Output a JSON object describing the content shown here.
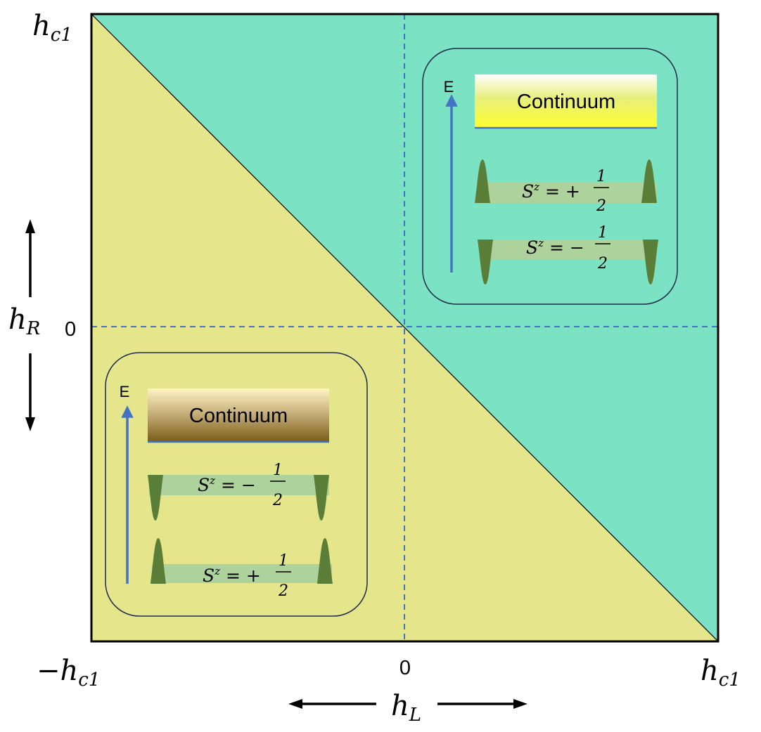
{
  "axes": {
    "y_top_main": "h",
    "y_top_sub": "c1",
    "y_mid_main": "h",
    "y_mid_sub": "R",
    "y_zero": "0",
    "x_left_main": "−h",
    "x_left_sub": "c1",
    "x_zero": "0",
    "x_right_main": "h",
    "x_right_sub": "c1",
    "x_bottom_main": "h",
    "x_bottom_sub": "L"
  },
  "regions": {
    "upper_color": "#7be3c3",
    "lower_color": "#e5e58c"
  },
  "inset_top": {
    "energy_label": "E",
    "continuum_label": "Continuum",
    "level_upper": {
      "lhs": "S",
      "sup": "z",
      "rel": "= +",
      "num": "1",
      "den": "2"
    },
    "level_lower": {
      "lhs": "S",
      "sup": "z",
      "rel": "= −",
      "num": "1",
      "den": "2"
    }
  },
  "inset_bottom": {
    "energy_label": "E",
    "continuum_label": "Continuum",
    "level_upper": {
      "lhs": "S",
      "sup": "z",
      "rel": "= −",
      "num": "1",
      "den": "2"
    },
    "level_lower": {
      "lhs": "S",
      "sup": "z",
      "rel": "= +",
      "num": "1",
      "den": "2"
    }
  }
}
